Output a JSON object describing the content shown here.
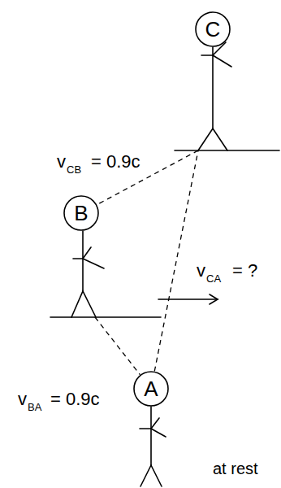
{
  "diagram": {
    "nodes": [
      {
        "text": [
          "C"
        ]
      },
      {
        "text": [
          "B"
        ]
      },
      {
        "text": [
          "A"
        ]
      }
    ],
    "edges": [
      {
        "from": 0,
        "to": 1,
        "arrow": "none"
      },
      {
        "from": 1,
        "to": 2,
        "arrow": "none"
      },
      {
        "from": 2,
        "to": 0,
        "arrow": "none"
      }
    ],
    "labels": [
      "v",
      "CB",
      "= 0.9c",
      "v",
      "CA",
      "= ?",
      "v",
      "BA",
      "= 0.9c",
      "at rest"
    ]
  }
}
